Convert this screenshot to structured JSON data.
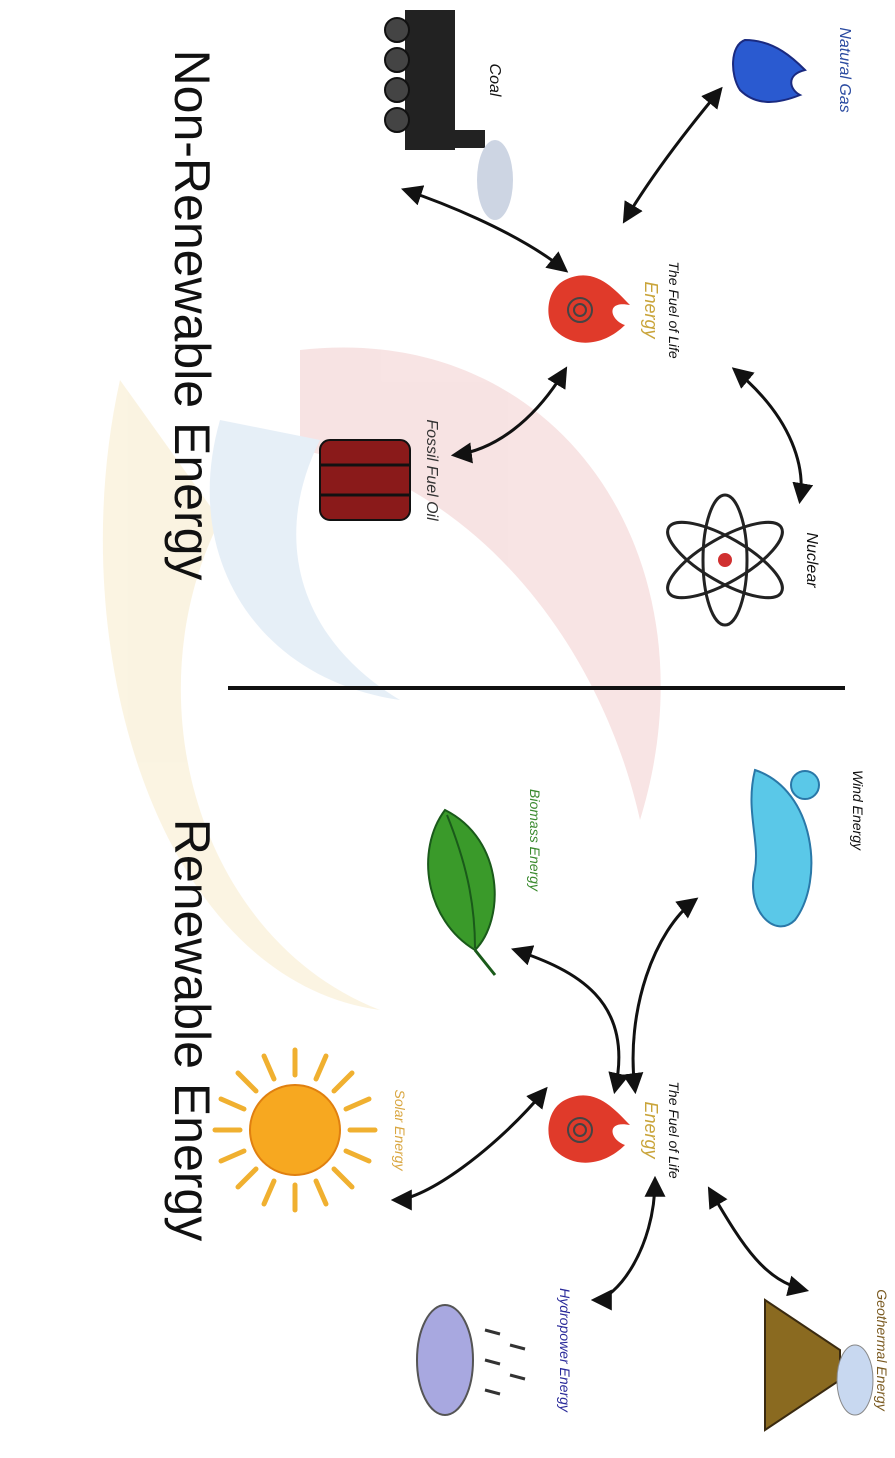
{
  "titles": {
    "renewable": "Renewable Energy",
    "non_renewable": "Non-Renewable Energy"
  },
  "renewable": {
    "hub": {
      "label": "Energy",
      "sublabel": "The Fuel of Life"
    },
    "sources": [
      {
        "id": "solar",
        "label": "Solar Energy",
        "icon": "sun-icon",
        "color": "#d9a640"
      },
      {
        "id": "biomass",
        "label": "Biomass Energy",
        "icon": "leaf-icon",
        "color": "#3a8a2e"
      },
      {
        "id": "hydro",
        "label": "Hydropower Energy",
        "icon": "rain-cloud-icon",
        "color": "#2a2a9a"
      },
      {
        "id": "wind",
        "label": "Wind Energy",
        "icon": "wind-icon",
        "color": "#111111"
      },
      {
        "id": "geothermal",
        "label": "Geothermal Energy",
        "icon": "volcano-icon",
        "color": "#7a5a20"
      }
    ]
  },
  "non_renewable": {
    "hub": {
      "label": "Energy",
      "sublabel": "The Fuel of Life"
    },
    "sources": [
      {
        "id": "coal",
        "label": "Coal",
        "icon": "steam-train-icon",
        "color": "#111111"
      },
      {
        "id": "natural_gas",
        "label": "Natural Gas",
        "icon": "gas-flame-icon",
        "color": "#2a4aa0"
      },
      {
        "id": "oil",
        "label": "Fossil Fuel Oil",
        "icon": "oil-barrel-icon",
        "color": "#333333"
      },
      {
        "id": "nuclear",
        "label": "Nuclear",
        "icon": "atom-icon",
        "color": "#111111"
      }
    ]
  },
  "colors": {
    "hub_label": "#c9a43a",
    "flame": "#e03a2a",
    "divider": "#111111",
    "arrow": "#111111"
  }
}
